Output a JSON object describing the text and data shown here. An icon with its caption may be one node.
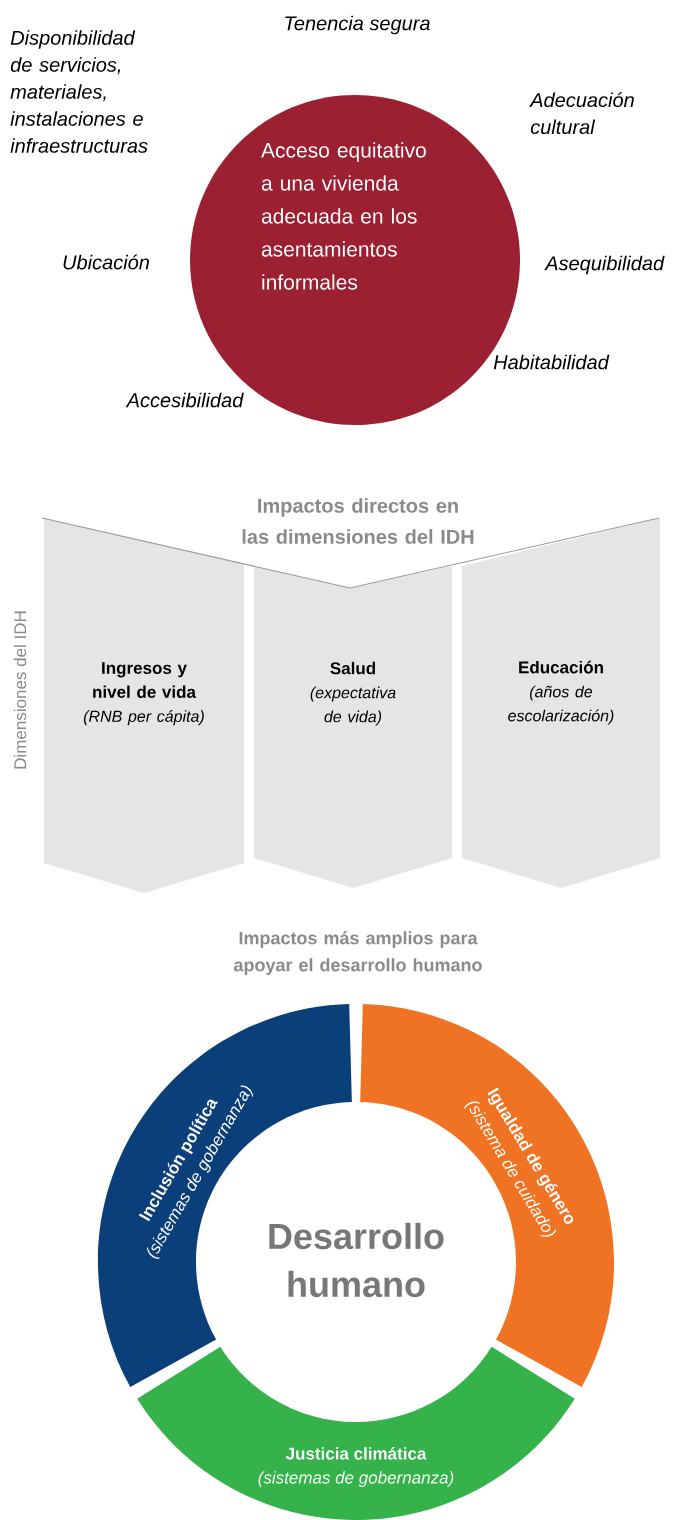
{
  "diagram": {
    "nodes": [
      {
        "text": [
          "Acceso equitativo a una vivienda adecuada en los asentamientos informales"
        ],
        "beside": [
          "Tenencia segura",
          "Disponibilidad de servicios, materiales, instalaciones e infraestructuras",
          "Adecuación cultural",
          "Ubicación",
          "Asequibilidad",
          "Habitabilidad",
          "Accesibilidad"
        ]
      },
      {
        "text": [
          "Ingresos y nivel de vida",
          "(RNB per cápita)"
        ]
      },
      {
        "text": [
          "Salud",
          "(expectativa de vida)"
        ]
      },
      {
        "text": [
          "Educación",
          "(años de escolarización)"
        ]
      },
      {
        "text": [
          "Inclusión política",
          "(sistemas de gobernanza)"
        ]
      },
      {
        "text": [
          "Igualdad de género",
          "(sistema de cuidado)"
        ]
      },
      {
        "text": [
          "Justicia climática",
          "(sistemas de gobernanza)"
        ]
      }
    ],
    "labels": [
      "Impactos directos en las dimensiones del IDH",
      "Dimensiones del IDH",
      "Impactos más amplios para apoyar el desarrollo humano",
      "Desarrollo humano"
    ]
  }
}
